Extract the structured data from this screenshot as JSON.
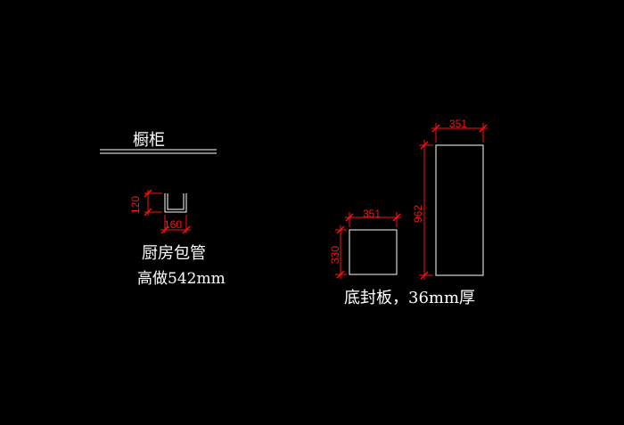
{
  "cabinet": {
    "title": "橱柜",
    "pipe_label": "厨房包管",
    "pipe_height_label": "高做542mm",
    "pipe_dim_width": "160",
    "pipe_dim_height": "120"
  },
  "bottom_panel": {
    "label": "底封板，36mm厚",
    "small_width": "351",
    "small_height": "330",
    "tall_width": "351",
    "tall_height": "962"
  },
  "colors": {
    "background": "#000000",
    "linework": "#ffffff",
    "dimension": "#ff1010"
  }
}
